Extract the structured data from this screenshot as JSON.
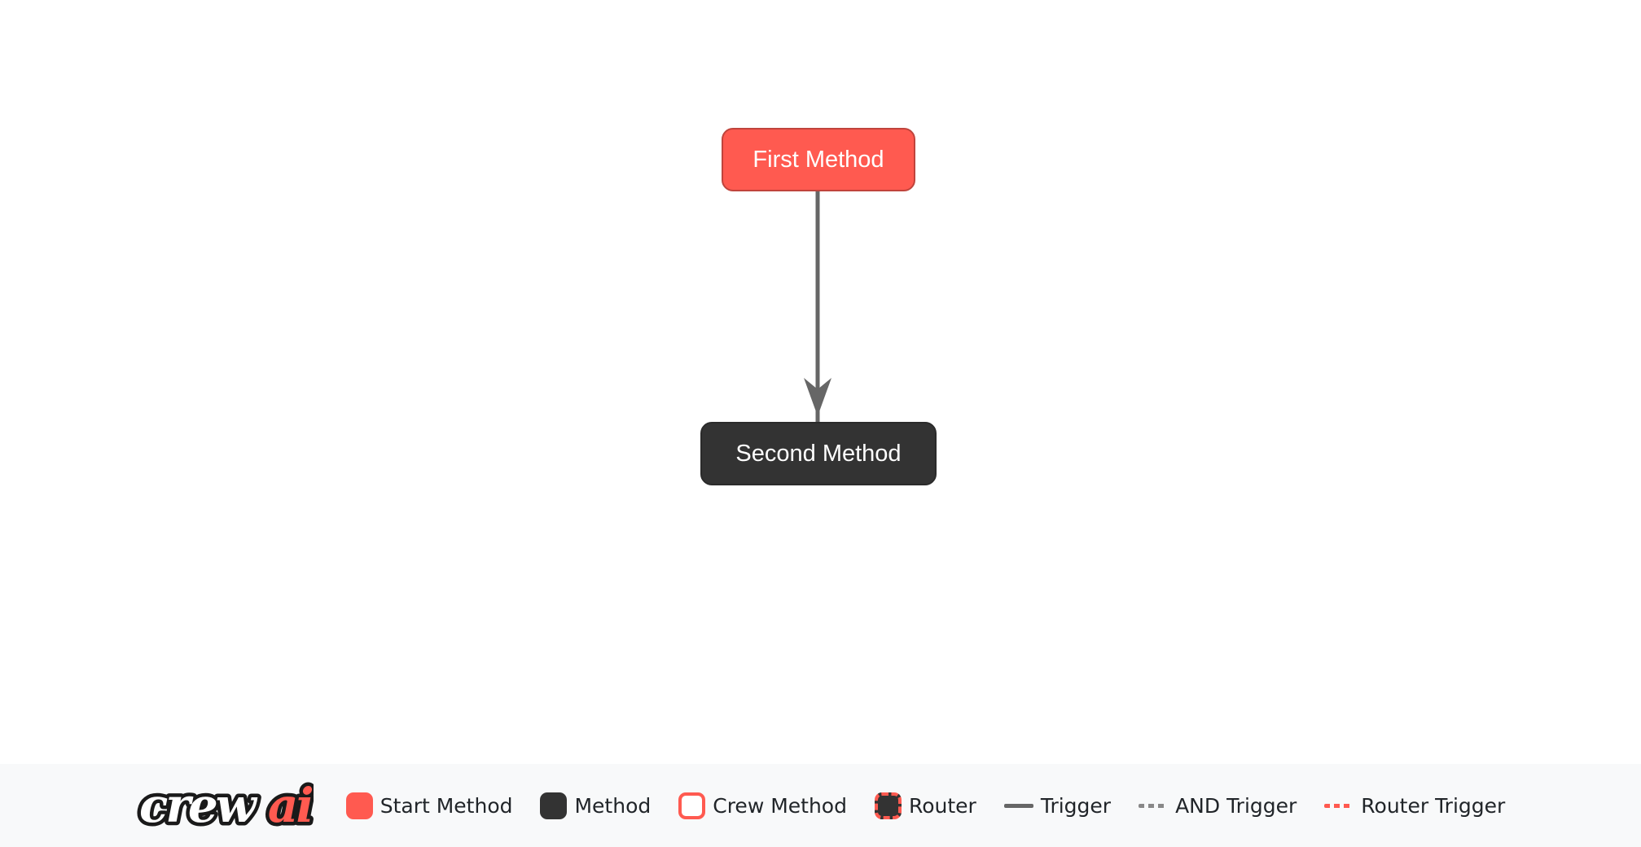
{
  "flow": {
    "nodes": [
      {
        "label": "First Method",
        "type": "start-method",
        "fill": "#FF5A50",
        "border": "#C0443C",
        "text_color": "#FFFFFF"
      },
      {
        "label": "Second Method",
        "type": "method",
        "fill": "#333333",
        "border": "#2B2B2B",
        "text_color": "#FFFFFF"
      }
    ],
    "edge": {
      "from": "First Method",
      "to": "Second Method",
      "type": "trigger"
    }
  },
  "colors": {
    "edge": "#666666",
    "start_method": "#FF5A50",
    "method": "#333333",
    "crew_method_border": "#FF5A50",
    "router_border": "#FF5A50",
    "and_trigger": "#888888",
    "router_trigger": "#FF5A50",
    "legend_bg": "#f8f9fa",
    "legend_text": "#212529",
    "canvas_bg": "#ffffff"
  },
  "legend": {
    "logo": {
      "crew": "crew",
      "ai": "ai"
    },
    "items": [
      {
        "label": "Start Method"
      },
      {
        "label": "Method"
      },
      {
        "label": "Crew Method"
      },
      {
        "label": "Router"
      },
      {
        "label": "Trigger"
      },
      {
        "label": "AND Trigger"
      },
      {
        "label": "Router Trigger"
      }
    ]
  }
}
